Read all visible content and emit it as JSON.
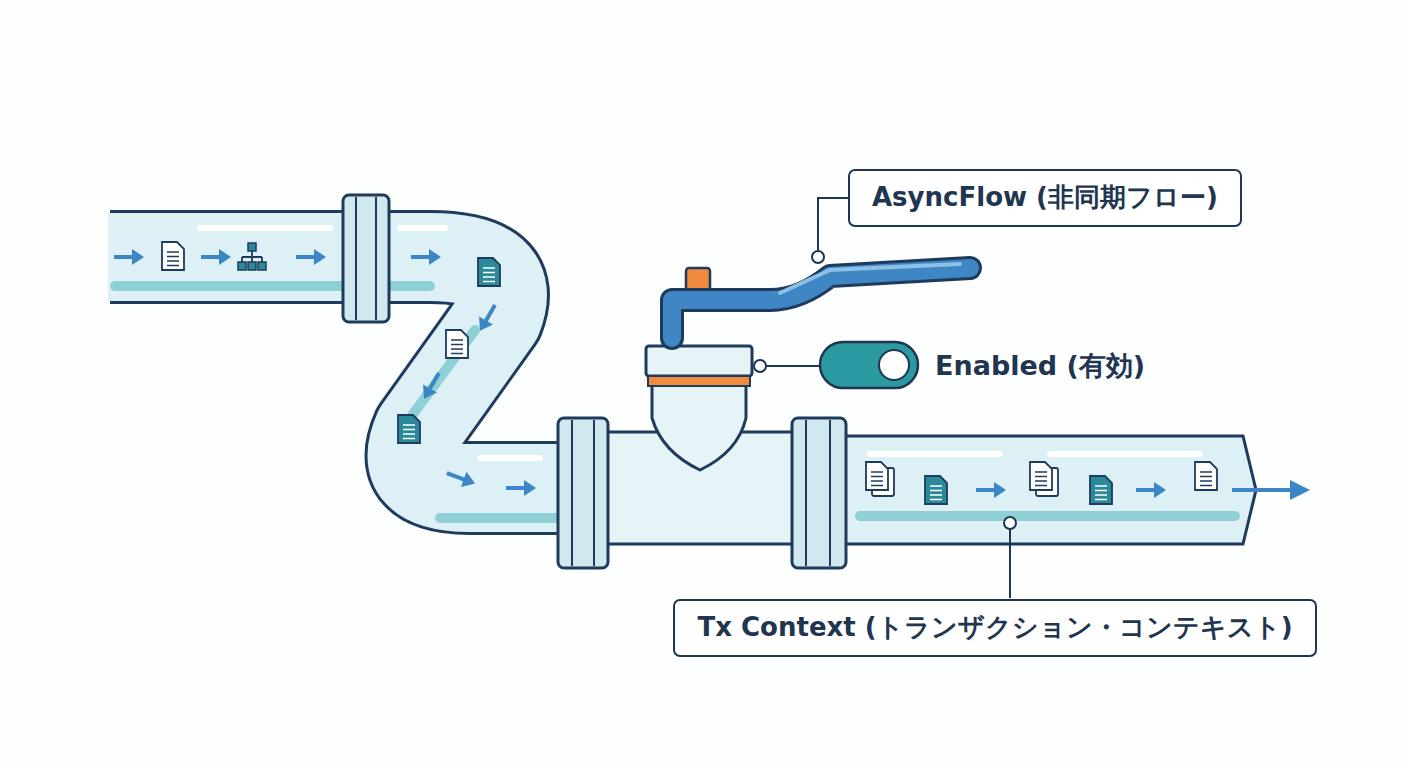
{
  "diagram": {
    "nodes": [
      {
        "text": [
          "AsyncFlow (非同期フロー)"
        ]
      },
      {
        "text": [
          "Tx Context (トランザクション・コンテキスト)"
        ]
      }
    ],
    "labels": [
      "Enabled (有効)"
    ]
  }
}
